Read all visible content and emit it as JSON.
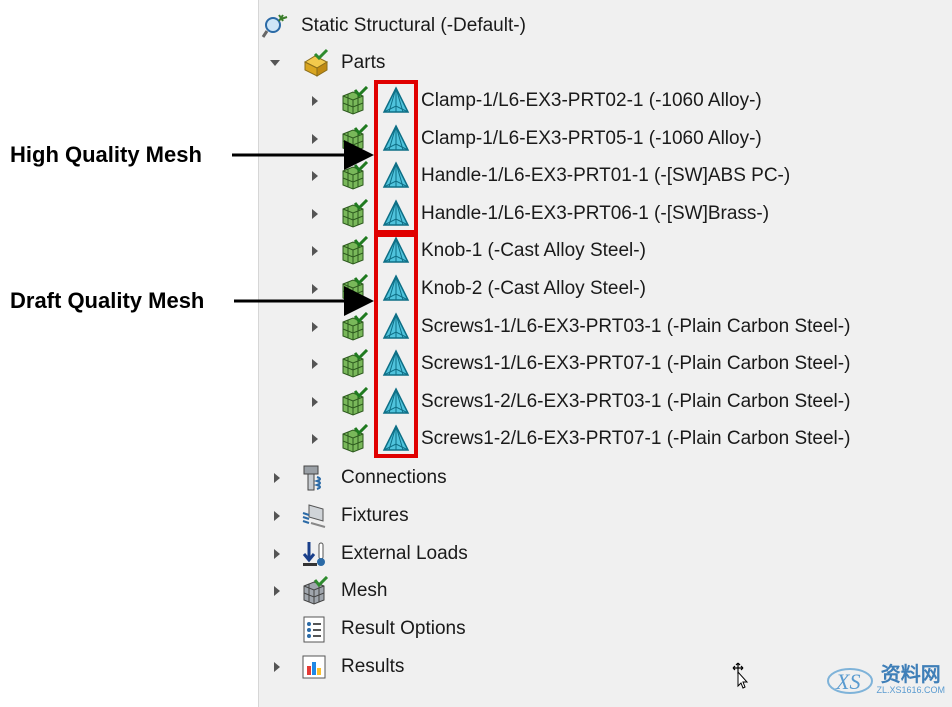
{
  "tree": {
    "root": {
      "label": "Static Structural (-Default-)",
      "icon": "static-study-icon"
    },
    "parts": {
      "label": "Parts",
      "icon": "parts-folder-icon",
      "expanded": true,
      "items": [
        {
          "label": "Clamp-1/L6-EX3-PRT02-1 (-1060 Alloy-)"
        },
        {
          "label": "Clamp-1/L6-EX3-PRT05-1 (-1060 Alloy-)"
        },
        {
          "label": "Handle-1/L6-EX3-PRT01-1 (-[SW]ABS PC-)"
        },
        {
          "label": "Handle-1/L6-EX3-PRT06-1 (-[SW]Brass-)"
        },
        {
          "label": "Knob-1 (-Cast Alloy Steel-)"
        },
        {
          "label": "Knob-2 (-Cast Alloy Steel-)"
        },
        {
          "label": "Screws1-1/L6-EX3-PRT03-1 (-Plain Carbon Steel-)"
        },
        {
          "label": "Screws1-1/L6-EX3-PRT07-1 (-Plain Carbon Steel-)"
        },
        {
          "label": "Screws1-2/L6-EX3-PRT03-1 (-Plain Carbon Steel-)"
        },
        {
          "label": "Screws1-2/L6-EX3-PRT07-1 (-Plain Carbon Steel-)"
        }
      ]
    },
    "connections": {
      "label": "Connections",
      "icon": "connections-icon"
    },
    "fixtures": {
      "label": "Fixtures",
      "icon": "fixtures-icon"
    },
    "external_loads": {
      "label": "External Loads",
      "icon": "external-loads-icon"
    },
    "mesh": {
      "label": "Mesh",
      "icon": "mesh-icon"
    },
    "result_options": {
      "label": "Result Options",
      "icon": "result-options-icon"
    },
    "results": {
      "label": "Results",
      "icon": "results-folder-icon"
    }
  },
  "annotations": {
    "high_quality": "High Quality Mesh",
    "draft_quality": "Draft Quality Mesh"
  },
  "watermark": {
    "text": "资料网",
    "subtext": "ZL.XS1616.COM"
  },
  "colors": {
    "highlight_box": "#e00000",
    "panel_bg": "#f0f0f0"
  }
}
